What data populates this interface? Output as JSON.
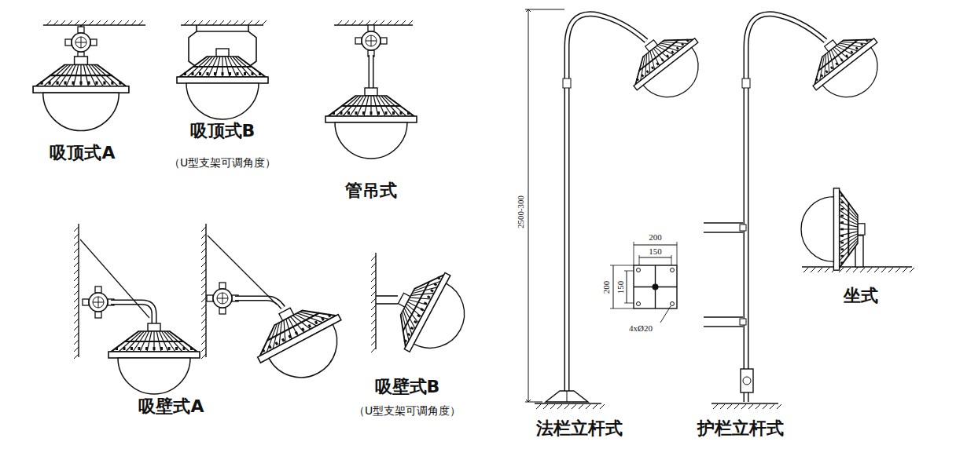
{
  "diagram": {
    "labels": [
      "吸顶式A",
      "吸顶式B",
      "（U型支架可调角度）",
      "管吊式",
      "吸壁式A",
      "吸壁式B",
      "（U型支架可调角度）",
      "2500-300",
      "200",
      "150",
      "200",
      "150",
      "4xØ20",
      "法栏立杆式",
      "护栏立杆式",
      "坐式"
    ]
  }
}
